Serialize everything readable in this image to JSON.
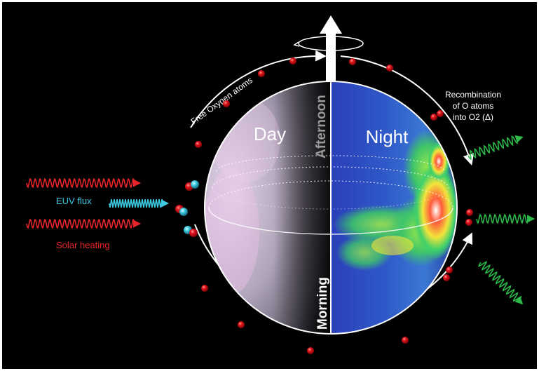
{
  "labels": {
    "day": "Day",
    "night": "Night",
    "afternoon": "Afternoon",
    "morning": "Morning",
    "free_oxygen": "Free Oxygen atoms",
    "euv_flux": "EUV flux",
    "solar_heating": "Solar heating",
    "recombination_line1": "Recombination",
    "recombination_line2": "of O atoms",
    "recombination_line3": "into O2 (Δ)"
  },
  "colors": {
    "background": "#000000",
    "solar_wave": "#e8262a",
    "euv_wave": "#3ec8e0",
    "emission_wave": "#2db84a",
    "oxygen_atom": "#e0141c",
    "orbit_arrow": "#ffffff",
    "day_label": "#ffffff",
    "afternoon_label": "#9a9a9a"
  },
  "icons": {
    "rotation_arrow": "rotation-axis-arrow-icon",
    "oxygen_atom": "oxygen-atom-icon",
    "o2_molecule": "o2-molecule-icon"
  }
}
